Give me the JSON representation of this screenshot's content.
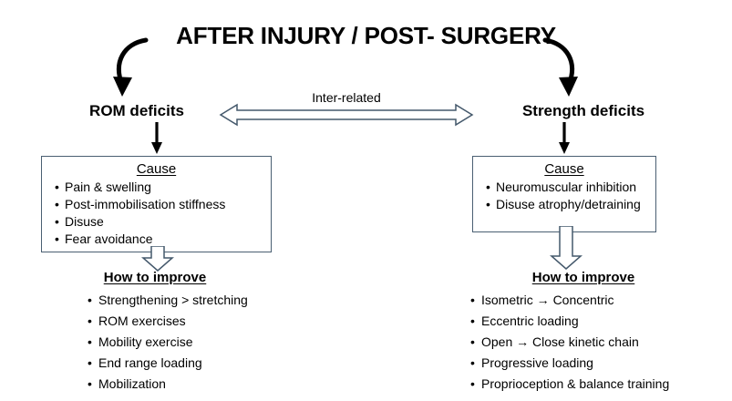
{
  "title": "AFTER INJURY / POST- SURGERY",
  "colors": {
    "box_border": "#4a5f72",
    "arrow_outline": "#44586b",
    "text": "#000000",
    "background": "#ffffff"
  },
  "connector": {
    "interrelated_label": "Inter-related"
  },
  "branches": {
    "left": {
      "heading": "ROM deficits",
      "cause": {
        "heading": "Cause",
        "items": [
          "Pain & swelling",
          "Post-immobilisation stiffness",
          "Disuse",
          "Fear  avoidance"
        ]
      },
      "improve": {
        "heading": "How to improve",
        "items": [
          "Strengthening > stretching",
          "ROM exercises",
          "Mobility exercise",
          "End range loading",
          "Mobilization"
        ]
      }
    },
    "right": {
      "heading": "Strength deficits",
      "cause": {
        "heading": "Cause",
        "items": [
          "Neuromuscular inhibition",
          "Disuse atrophy/detraining"
        ]
      },
      "improve": {
        "heading": "How to improve",
        "items": [
          "Isometric → Concentric",
          "Eccentric loading",
          "Open → Close kinetic chain",
          "Progressive loading",
          "Proprioception & balance training"
        ]
      }
    }
  }
}
